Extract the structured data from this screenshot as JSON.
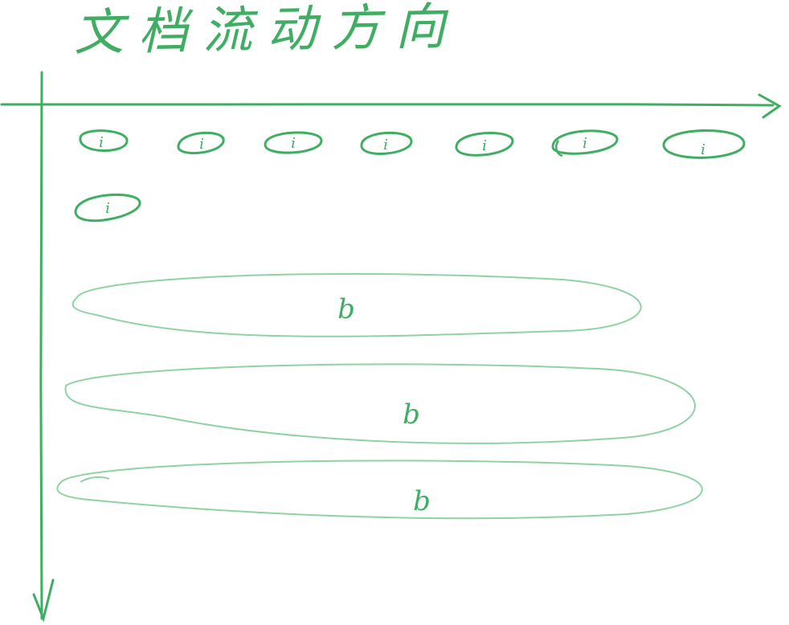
{
  "title": "文档流动方向",
  "inline_elements": {
    "label": "i",
    "count": 8
  },
  "block_elements": {
    "label": "b",
    "count": 3
  },
  "colors": {
    "ink": "#3fae62",
    "ink_light": "#8fd2a4"
  }
}
